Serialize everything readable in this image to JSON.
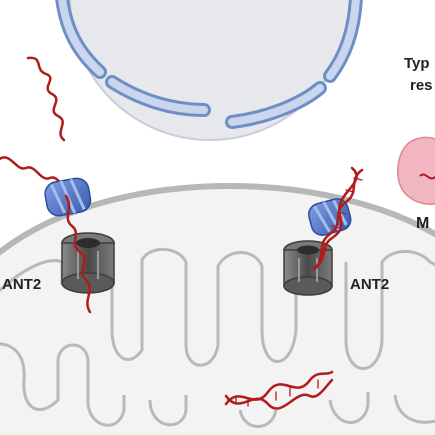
{
  "labels": {
    "ant2_left": "ANT2",
    "ant2_right": "ANT2",
    "top_right_line1": "Typ",
    "top_right_line2": "res",
    "mid_right": "M"
  },
  "colors": {
    "nucleus_fill": "#e6e8ec",
    "nucleus_ring": "#8fa8d2",
    "nucleus_ring_stroke": "#6f8fc4",
    "membrane": "#bcbcbc",
    "mito_fill": "#f2f2f2",
    "rna": "#b01c1c",
    "channel_blue": "#4f72c9",
    "channel_gray": "#5c5c5c",
    "pink_blob": "#f1b6bf"
  },
  "icons": {
    "left_channel": "tom-channel-icon",
    "right_channel": "tom-channel-icon",
    "left_ant2": "ant2-transporter-icon",
    "right_ant2": "ant2-transporter-icon",
    "blob": "pink-protein-icon"
  }
}
